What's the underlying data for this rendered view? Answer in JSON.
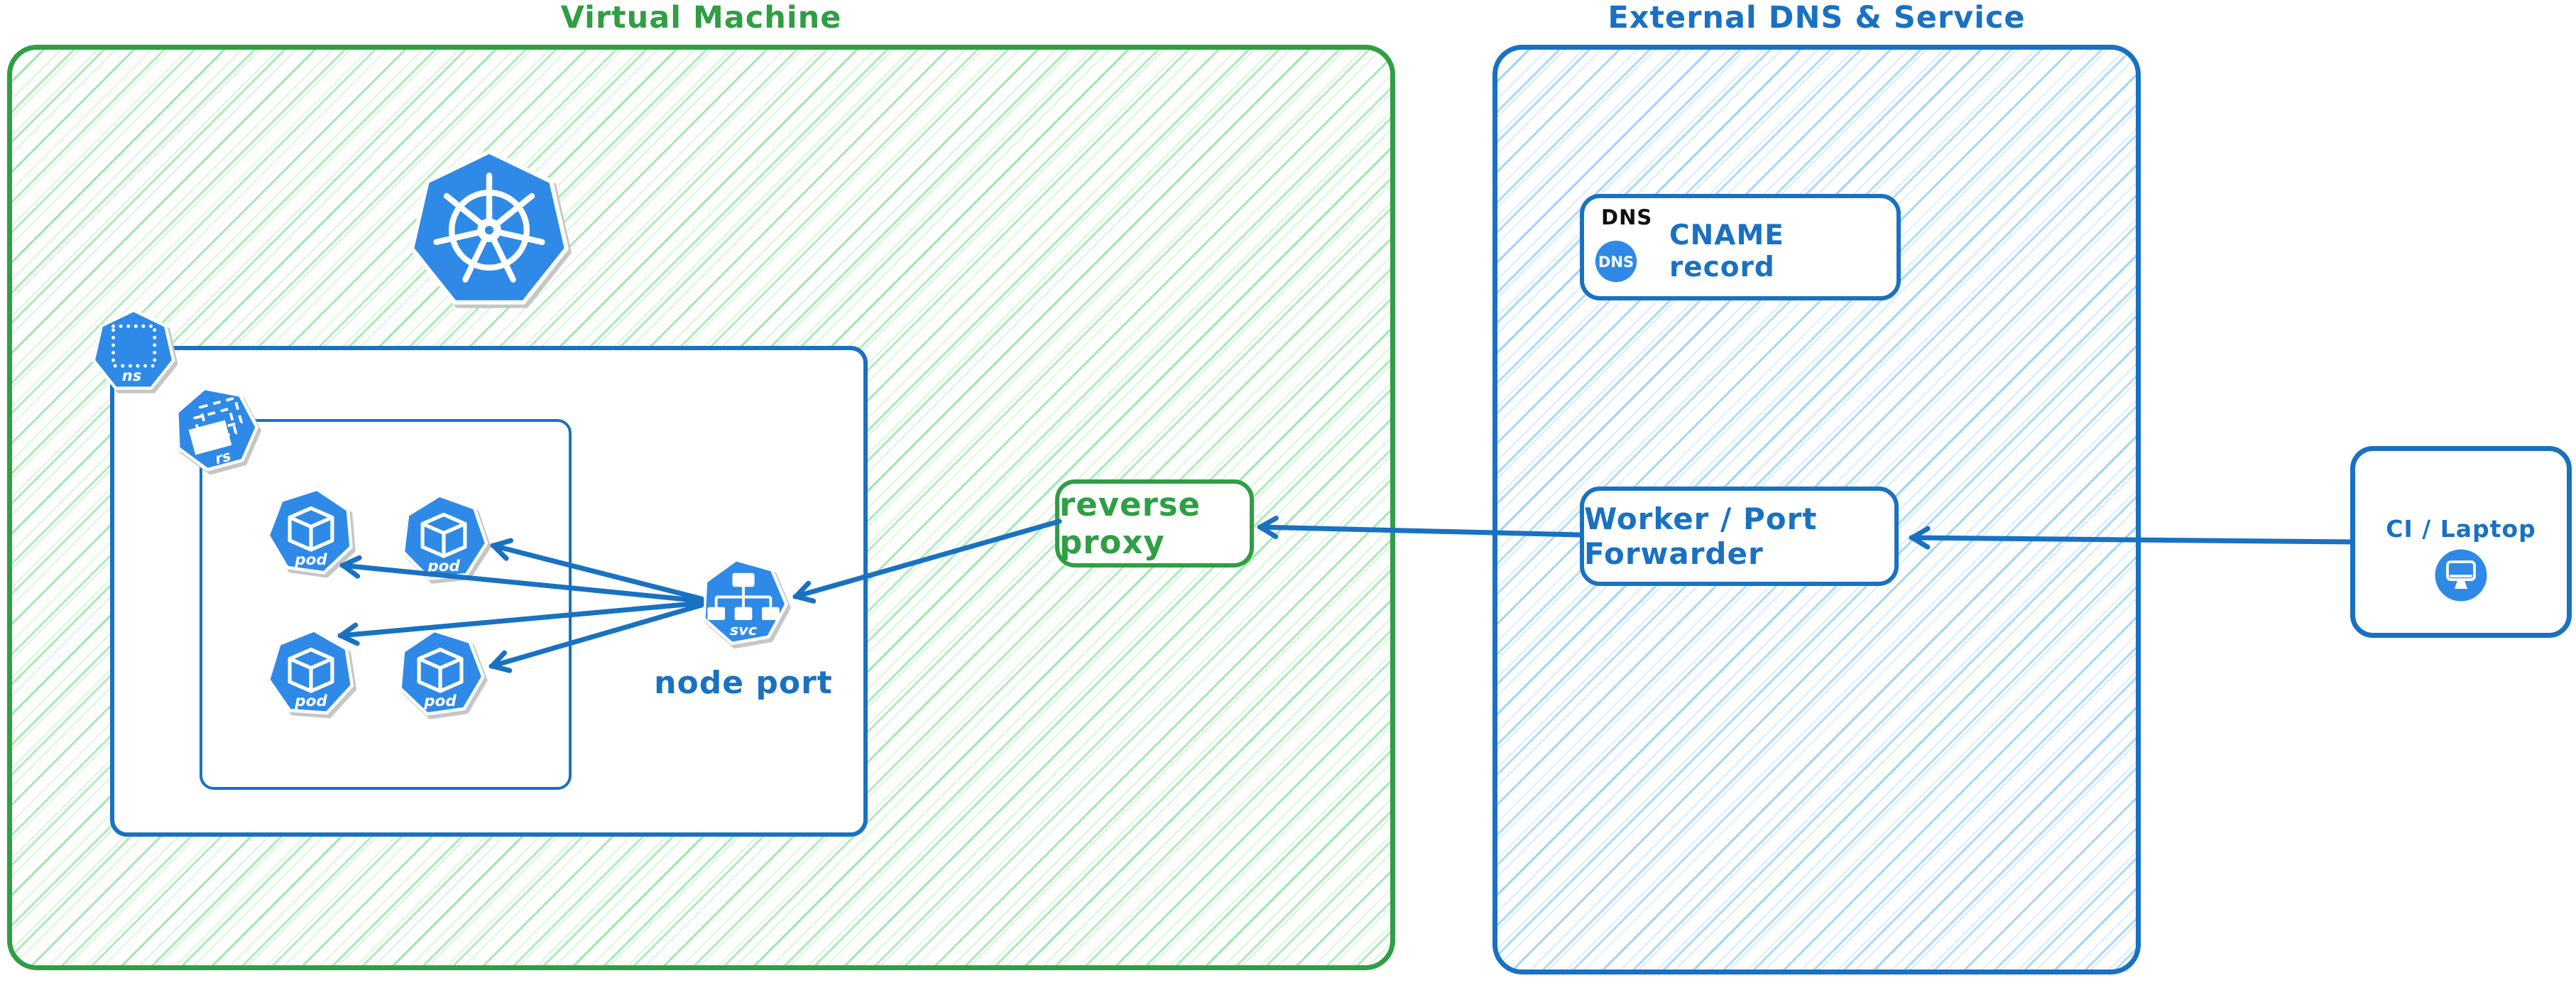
{
  "colors": {
    "green_stroke": "#2f9e44",
    "green_hatch": "#8ce99a",
    "blue_stroke": "#1971c2",
    "blue_hatch": "#74c0fc",
    "icon_blue": "#2e8ae6",
    "icon_text": "#ffffff",
    "dns_header_text": "#111111"
  },
  "vm": {
    "title": "Virtual Machine"
  },
  "external": {
    "title": "External DNS & Service"
  },
  "cluster": {
    "namespace_label": "ns",
    "replicaset_label": "rs",
    "service_label": "svc",
    "node_port_caption": "node port",
    "pods": [
      {
        "label": "pod"
      },
      {
        "label": "pod"
      },
      {
        "label": "pod"
      },
      {
        "label": "pod"
      }
    ]
  },
  "reverse_proxy": {
    "label": "reverse proxy"
  },
  "dns_box": {
    "header": "DNS",
    "badge": "DNS",
    "record": "CNAME record"
  },
  "worker": {
    "label": "Worker / Port Forwarder"
  },
  "ci": {
    "label": "CI / Laptop"
  },
  "icons": [
    "kubernetes-wheel-icon",
    "namespace-icon",
    "replicaset-icon",
    "pod-cube-icon",
    "service-tree-icon",
    "dns-badge-icon",
    "monitor-icon"
  ],
  "connections": [
    {
      "from": "ci-laptop",
      "to": "worker-port-forwarder"
    },
    {
      "from": "worker-port-forwarder",
      "to": "reverse-proxy"
    },
    {
      "from": "reverse-proxy",
      "to": "node-port-service"
    },
    {
      "from": "node-port-service",
      "to": "pod-1"
    },
    {
      "from": "node-port-service",
      "to": "pod-2"
    },
    {
      "from": "node-port-service",
      "to": "pod-3"
    },
    {
      "from": "node-port-service",
      "to": "pod-4"
    }
  ]
}
